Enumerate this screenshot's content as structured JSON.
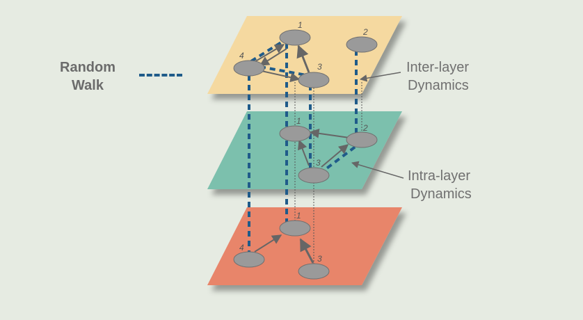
{
  "legend": {
    "title_line1": "Random",
    "title_line2": "Walk",
    "line_color": "#1f5b8a"
  },
  "annotations": {
    "inter_line1": "Inter-layer",
    "inter_line2": "Dynamics",
    "intra_line1": "Intra-layer",
    "intra_line2": "Dynamics"
  },
  "layers": [
    {
      "name": "top",
      "color": "#f5d9a0",
      "nodes": [
        {
          "id": "1",
          "label": "1"
        },
        {
          "id": "2",
          "label": "2"
        },
        {
          "id": "3",
          "label": "3"
        },
        {
          "id": "4",
          "label": "4"
        }
      ]
    },
    {
      "name": "middle",
      "color": "#7cc0ad",
      "nodes": [
        {
          "id": "1",
          "label": "1"
        },
        {
          "id": "2",
          "label": "2"
        },
        {
          "id": "3",
          "label": "3"
        }
      ]
    },
    {
      "name": "bottom",
      "color": "#e8856a",
      "nodes": [
        {
          "id": "1",
          "label": "1"
        },
        {
          "id": "3",
          "label": "3"
        },
        {
          "id": "4",
          "label": "4"
        }
      ]
    }
  ]
}
